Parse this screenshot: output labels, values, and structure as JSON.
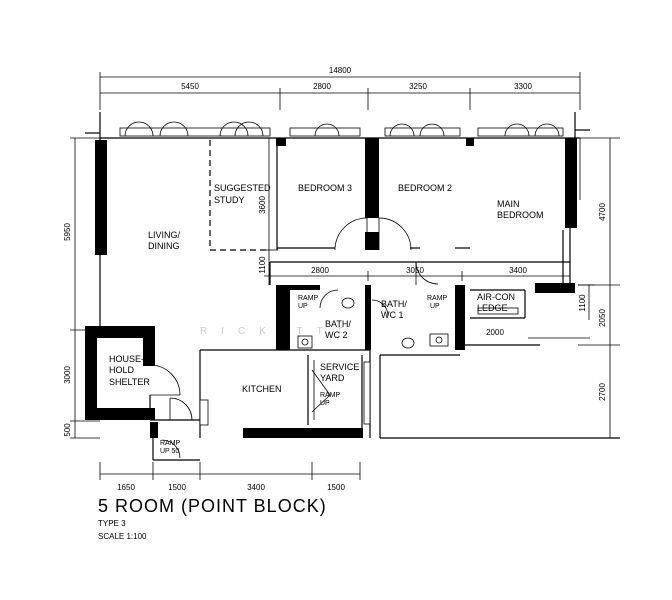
{
  "plan": {
    "title": "5 ROOM (POINT BLOCK)",
    "type": "TYPE 3",
    "scale": "SCALE   1:100",
    "watermark": "RICK TTT"
  },
  "dims": {
    "top_total": "14800",
    "top_1": "5450",
    "top_2": "2800",
    "top_3": "3250",
    "top_4": "3300",
    "mid_1": "2800",
    "mid_2": "3050",
    "mid_3": "3400",
    "mid_4": "2000",
    "bottom_1": "1650",
    "bottom_2": "1500",
    "bottom_3": "3400",
    "bottom_4": "1500",
    "left_1": "5950",
    "left_2": "3000",
    "left_3": "500",
    "inner_1": "3600",
    "inner_2": "1100",
    "right_1": "4700",
    "right_2": "1100",
    "right_3": "2050",
    "right_4": "2700"
  },
  "rooms": {
    "living_1": "LIVING/",
    "living_2": "DINING",
    "study_1": "SUGGESTED",
    "study_2": "STUDY",
    "bedroom3": "BEDROOM 3",
    "bedroom2": "BEDROOM 2",
    "main_1": "MAIN",
    "main_2": "BEDROOM",
    "bath2_1": "BATH/",
    "bath2_2": "WC 2",
    "bath1_1": "BATH/",
    "bath1_2": "WC  1",
    "aircon_1": "AIR-CON",
    "aircon_2": "LEDGE",
    "shelter_1": "HOUSE-",
    "shelter_2": "HOLD",
    "shelter_3": "SHELTER",
    "kitchen": "KITCHEN",
    "service_1": "SERVICE",
    "service_2": "YARD"
  },
  "ramps": {
    "ramp": "RAMP",
    "up": "UP",
    "up50": "UP  50"
  }
}
